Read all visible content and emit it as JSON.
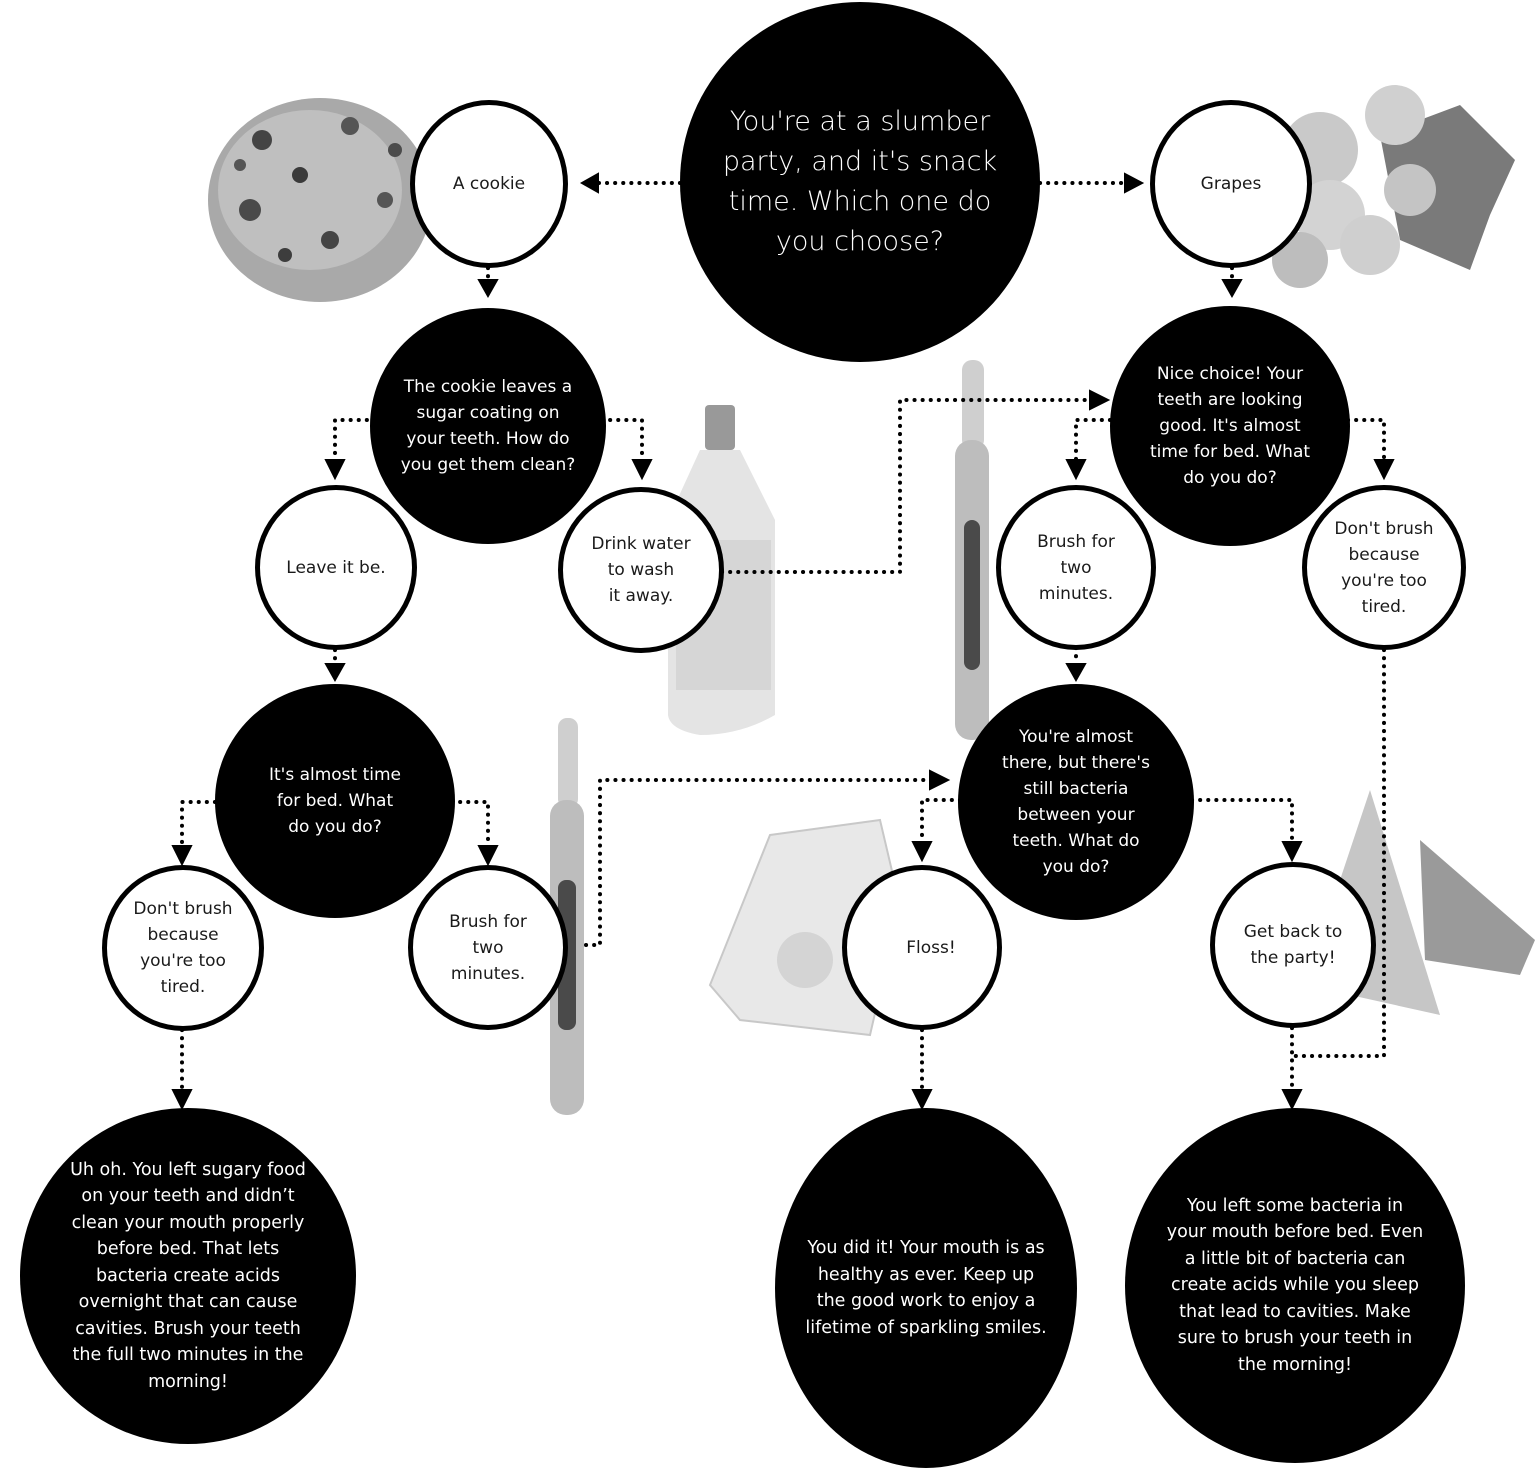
{
  "start": "You're at a slumber party, and it's snack time. Which one do you choose?",
  "choices": {
    "cookie": "A cookie",
    "grapes": "Grapes"
  },
  "cookie_path": {
    "question": "The cookie leaves a sugar coating on your teeth. How do you get them clean?",
    "leave": "Leave it be.",
    "water": "Drink water\nto wash\nit away.",
    "bedtime": "It's almost time\nfor bed. What\ndo you do?",
    "dont_brush": "Don't brush\nbecause\nyou're too\ntired.",
    "brush": "Brush for\ntwo\nminutes.",
    "outcome": "Uh oh. You left sugary food on your teeth and didn’t clean your mouth properly before bed. That lets bacteria create acids overnight that can cause cavities. Brush your teeth the full two minutes in the morning!"
  },
  "grapes_path": {
    "question": "Nice choice! Your teeth are looking good. It's almost time for bed. What do you do?",
    "brush": "Brush for\ntwo\nminutes.",
    "dont_brush": "Don't brush\nbecause\nyou're too\ntired.",
    "almost": "You're almost there, but there's still bacteria between your teeth. What do you do?",
    "floss": "Floss!",
    "party": "Get back to\nthe party!",
    "outcome_floss": "You did it! Your mouth is as healthy as ever. Keep up the good work to enjoy a lifetime of sparkling smiles.",
    "outcome_party": "You left some bacteria in your mouth before bed. Even a little bit of bacteria can create acids while you sleep that lead to cavities. Make sure to brush your teeth in the morning!"
  },
  "illustrations": [
    "cookie",
    "grapes",
    "water-bottle",
    "toothbrush",
    "toothbrush",
    "floss",
    "party-hat"
  ]
}
